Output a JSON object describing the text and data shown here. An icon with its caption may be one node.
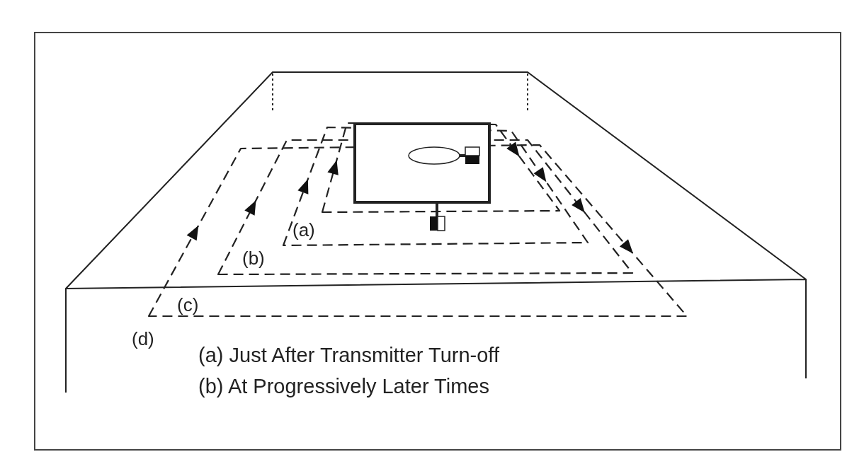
{
  "diagram": {
    "labels": [
      "(a)",
      "(b)",
      "(c)",
      "(d)",
      "(a) Just After Transmitter Turn-off",
      "(b) At Progressively Later Times"
    ]
  }
}
